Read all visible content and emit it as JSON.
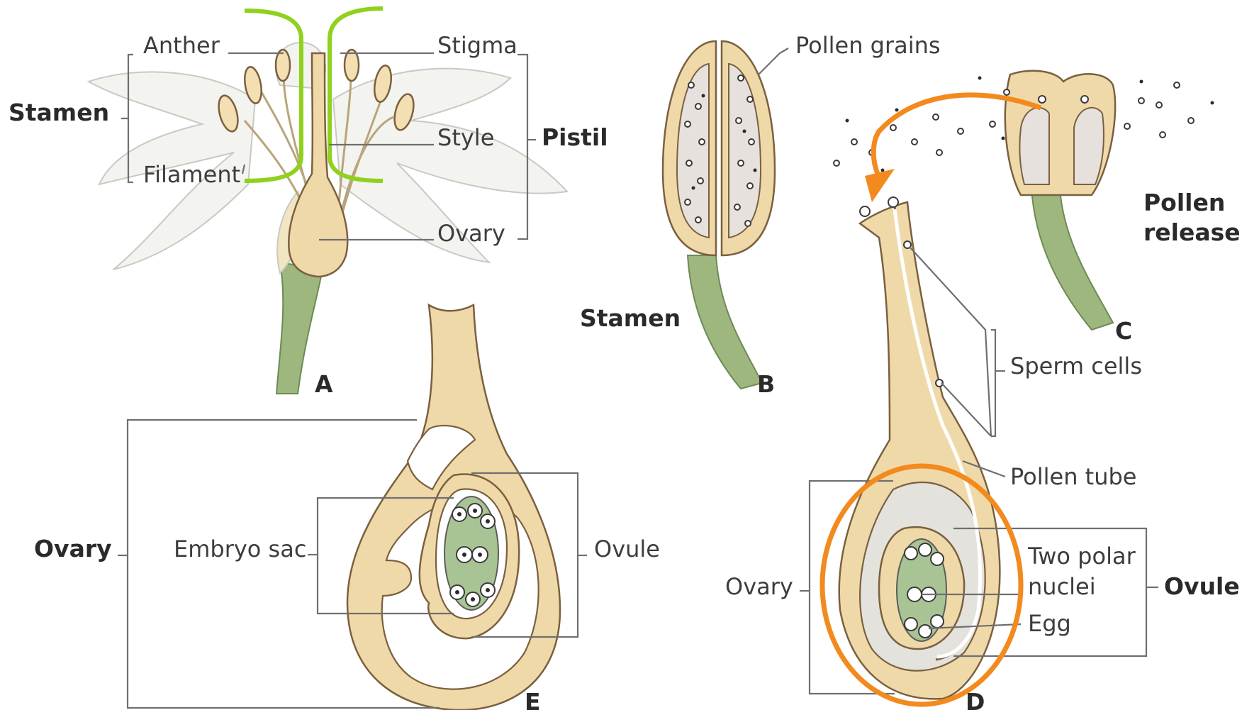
{
  "panels": {
    "A": {
      "letter": "A",
      "labels": {
        "anther": "Anther",
        "stigma": "Stigma",
        "stamen": "Stamen",
        "style": "Style",
        "pistil": "Pistil",
        "filament": "Filament",
        "ovary": "Ovary"
      }
    },
    "B": {
      "letter": "B",
      "labels": {
        "pollen_grains": "Pollen grains",
        "stamen": "Stamen"
      }
    },
    "C": {
      "letter": "C",
      "labels": {
        "pollen_release": [
          "Pollen",
          "release"
        ]
      }
    },
    "D": {
      "letter": "D",
      "labels": {
        "sperm_cells": "Sperm cells",
        "pollen_tube": "Pollen tube",
        "two_polar_nuclei": [
          "Two polar",
          "nuclei"
        ],
        "ovary": "Ovary",
        "egg": "Egg",
        "ovule": "Ovule"
      }
    },
    "E": {
      "letter": "E",
      "labels": {
        "ovary": "Ovary",
        "embryo_sac": "Embryo sac",
        "ovule": "Ovule"
      }
    }
  },
  "colors": {
    "tissue": "#f0d9a8",
    "stem": "#9db77f",
    "embryo_sac": "#a9c494",
    "highlight_orange": "#f28a1e",
    "bracket_green": "#8fd11c"
  }
}
